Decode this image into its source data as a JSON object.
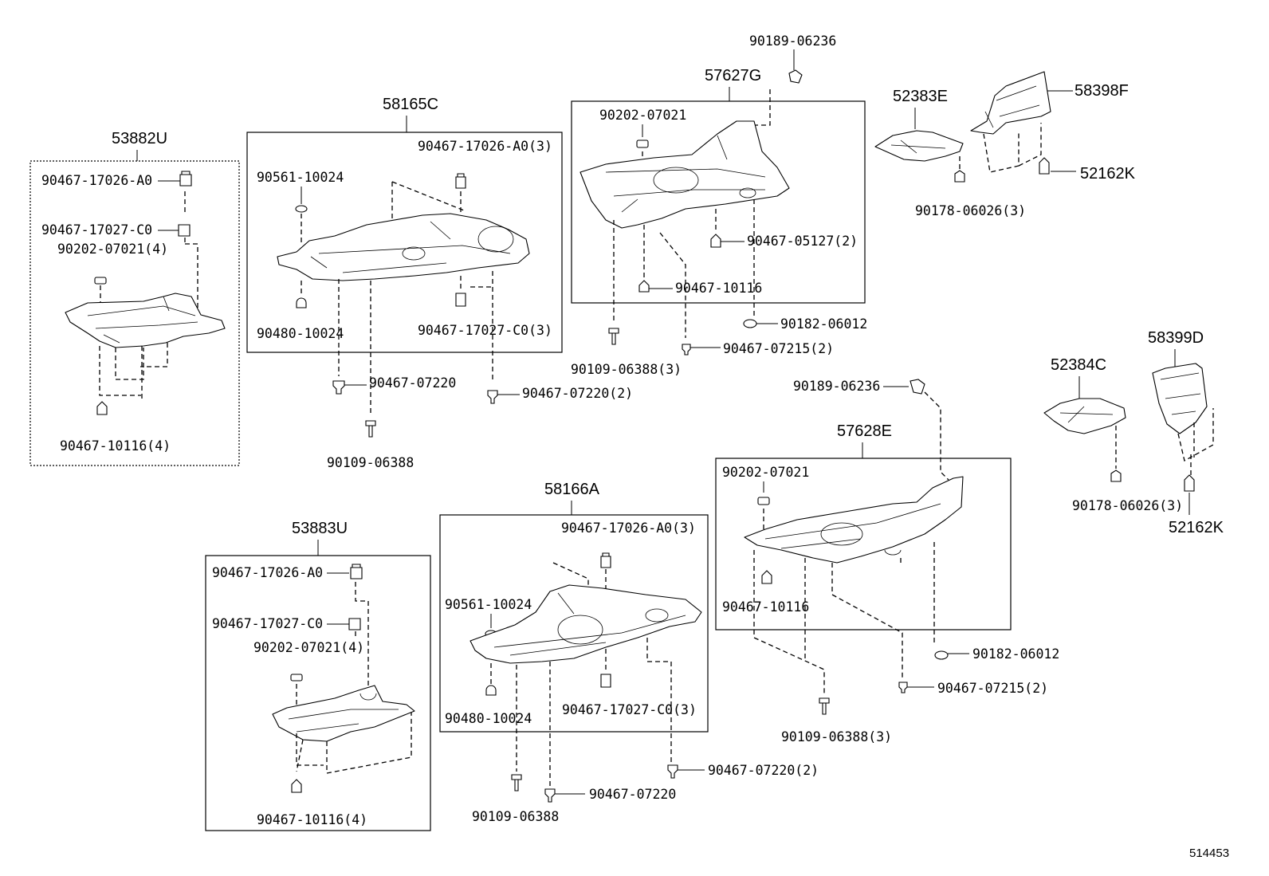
{
  "diagram": {
    "ref_number": "514453",
    "assemblies": [
      {
        "id": "53882U",
        "label": "53882U"
      },
      {
        "id": "58165C",
        "label": "58165C"
      },
      {
        "id": "57627G",
        "label": "57627G"
      },
      {
        "id": "52383E",
        "label": "52383E"
      },
      {
        "id": "58398F",
        "label": "58398F"
      },
      {
        "id": "53883U",
        "label": "53883U"
      },
      {
        "id": "58166A",
        "label": "58166A"
      },
      {
        "id": "57628E",
        "label": "57628E"
      },
      {
        "id": "52384C",
        "label": "52384C"
      },
      {
        "id": "58399D",
        "label": "58399D"
      }
    ],
    "callouts": {
      "a1_clip_a0": "90467-17026-A0",
      "a1_clip_c0": "90467-17027-C0",
      "a1_nut": "90202-07021(4)",
      "a1_clip_bottom": "90467-10116(4)",
      "a2_clip_a0": "90467-17026-A0(3)",
      "a2_nut_top": "90561-10024",
      "a2_nut_bottom": "90480-10024",
      "a2_clip_c0": "90467-17027-C0(3)",
      "a2_clip_07220": "90467-07220",
      "a2_clip_07220_2": "90467-07220(2)",
      "a2_bolt": "90109-06388",
      "a3_clip_top": "90189-06236",
      "a3_nut": "90202-07021",
      "a3_clip_05127": "90467-05127(2)",
      "a3_clip_10116": "90467-10116",
      "a3_nut_06012": "90182-06012",
      "a3_clip_07215": "90467-07215(2)",
      "a3_bolt": "90109-06388(3)",
      "a4_screw": "90178-06026(3)",
      "a5_clip": "52162K",
      "b1_clip_a0": "90467-17026-A0",
      "b1_clip_c0": "90467-17027-C0",
      "b1_nut": "90202-07021(4)",
      "b1_clip_bottom": "90467-10116(4)",
      "b2_clip_a0": "90467-17026-A0(3)",
      "b2_nut_top": "90561-10024",
      "b2_nut_bottom": "90480-10024",
      "b2_clip_c0": "90467-17027-C0(3)",
      "b2_clip_07220_2": "90467-07220(2)",
      "b2_clip_07220": "90467-07220",
      "b2_bolt": "90109-06388",
      "b3_clip_top": "90189-06236",
      "b3_nut": "90202-07021",
      "b3_clip_10116": "90467-10116",
      "b3_nut_06012": "90182-06012",
      "b3_clip_07215": "90467-07215(2)",
      "b3_bolt": "90109-06388(3)",
      "b4_screw": "90178-06026(3)",
      "b5_clip": "52162K"
    }
  }
}
